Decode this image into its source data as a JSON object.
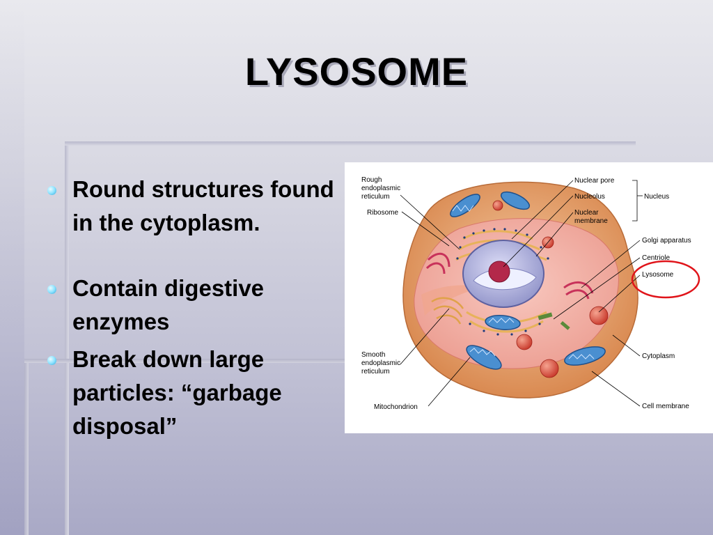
{
  "slide": {
    "title": "LYSOSOME",
    "bullets": [
      "Round structures found in the cytoplasm.",
      "Contain digestive enzymes",
      "Break down large particles: “garbage disposal”"
    ]
  },
  "diagram": {
    "labels": {
      "rough_er": [
        "Rough",
        "endoplasmic",
        "reticulum"
      ],
      "ribosome": "Ribosome",
      "smooth_er": [
        "Smooth",
        "endoplasmic",
        "reticulum"
      ],
      "mitochondrion": "Mitochondrion",
      "nuclear_pore": "Nuclear pore",
      "nucleolus": "Nucleolus",
      "nuclear_membrane": [
        "Nuclear",
        "membrane"
      ],
      "nucleus": "Nucleus",
      "golgi": "Golgi apparatus",
      "centriole": "Centriole",
      "lysosome": "Lysosome",
      "cytoplasm": "Cytoplasm",
      "cell_membrane": "Cell membrane"
    },
    "colors": {
      "highlight_circle": "#e0141a",
      "cell_outer": "#e8a06a",
      "cytoplasm": "#f3b3a8",
      "mitochondria": "#4a8fd0",
      "lysosome": "#e05848"
    }
  }
}
